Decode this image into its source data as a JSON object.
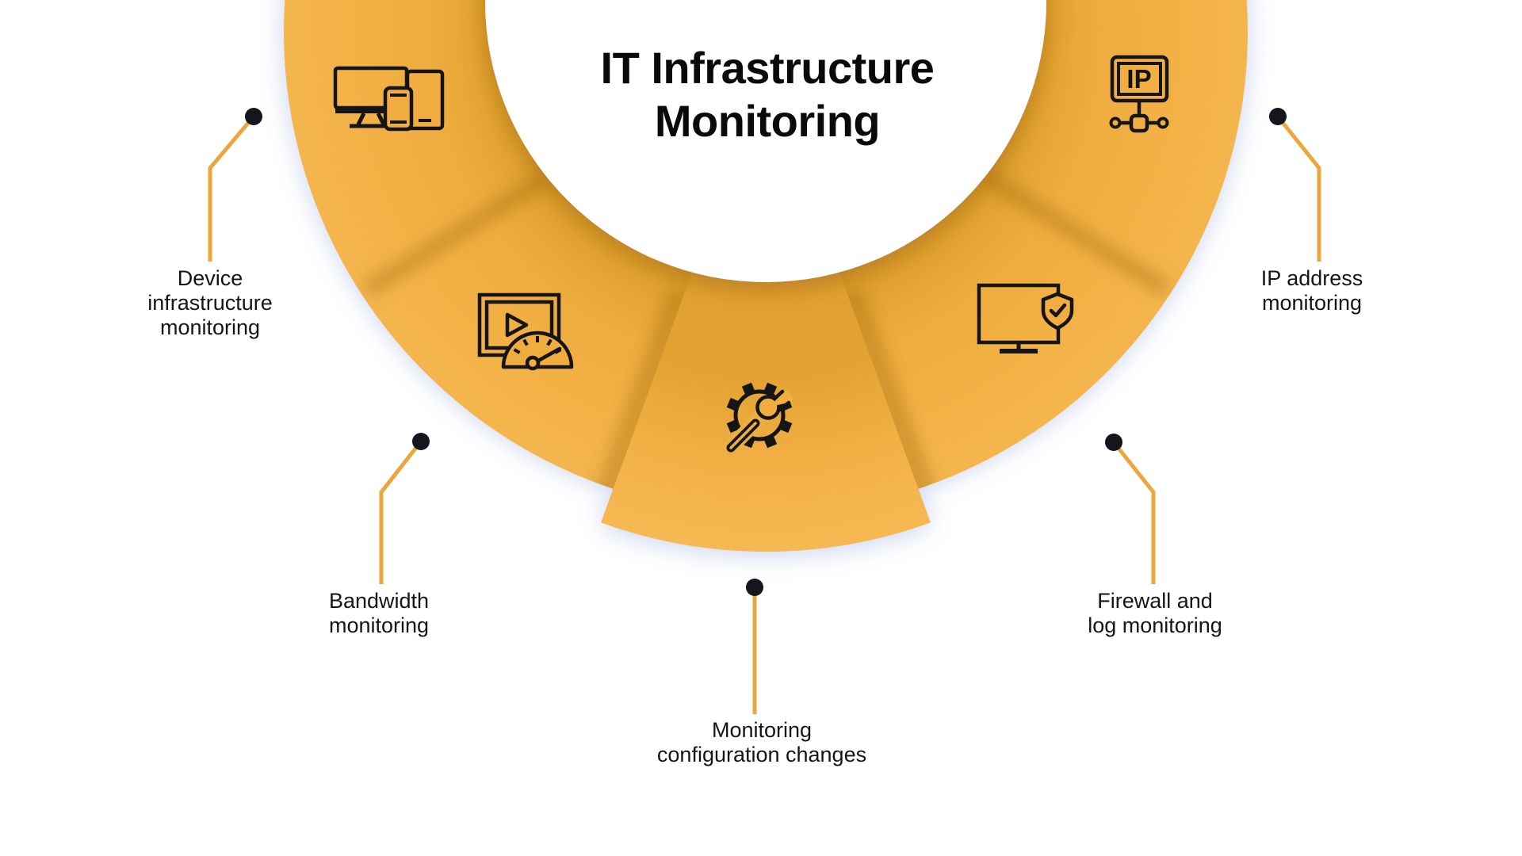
{
  "title": {
    "line1": "IT Infrastructure",
    "line2": "Monitoring"
  },
  "segments": [
    {
      "name": "device-infrastructure-monitoring",
      "label_lines": [
        "Device",
        "infrastructure",
        "monitoring"
      ],
      "icon": "devices-icon"
    },
    {
      "name": "bandwidth-monitoring",
      "label_lines": [
        "Bandwidth",
        "monitoring"
      ],
      "icon": "video-speedometer-icon"
    },
    {
      "name": "monitoring-configuration-changes",
      "label_lines": [
        "Monitoring",
        "configuration changes"
      ],
      "icon": "gear-wrench-icon"
    },
    {
      "name": "firewall-and-log-monitoring",
      "label_lines": [
        "Firewall and",
        "log monitoring"
      ],
      "icon": "monitor-shield-icon"
    },
    {
      "name": "ip-address-monitoring",
      "label_lines": [
        "IP address",
        "monitoring"
      ],
      "icon": "ip-network-icon"
    }
  ],
  "icon_texts": {
    "ip_label": "IP"
  },
  "colors": {
    "segment_orange": "#F2AE44",
    "segment_dark": "#D2921F",
    "segment_light": "#F7BC58",
    "connector_line": "#EBA73D",
    "dot": "#14151D",
    "halo_blue": "#C4CFEC",
    "text": "#151515",
    "center_circle": "#FFFFFF",
    "background": "#FFFFFF"
  }
}
